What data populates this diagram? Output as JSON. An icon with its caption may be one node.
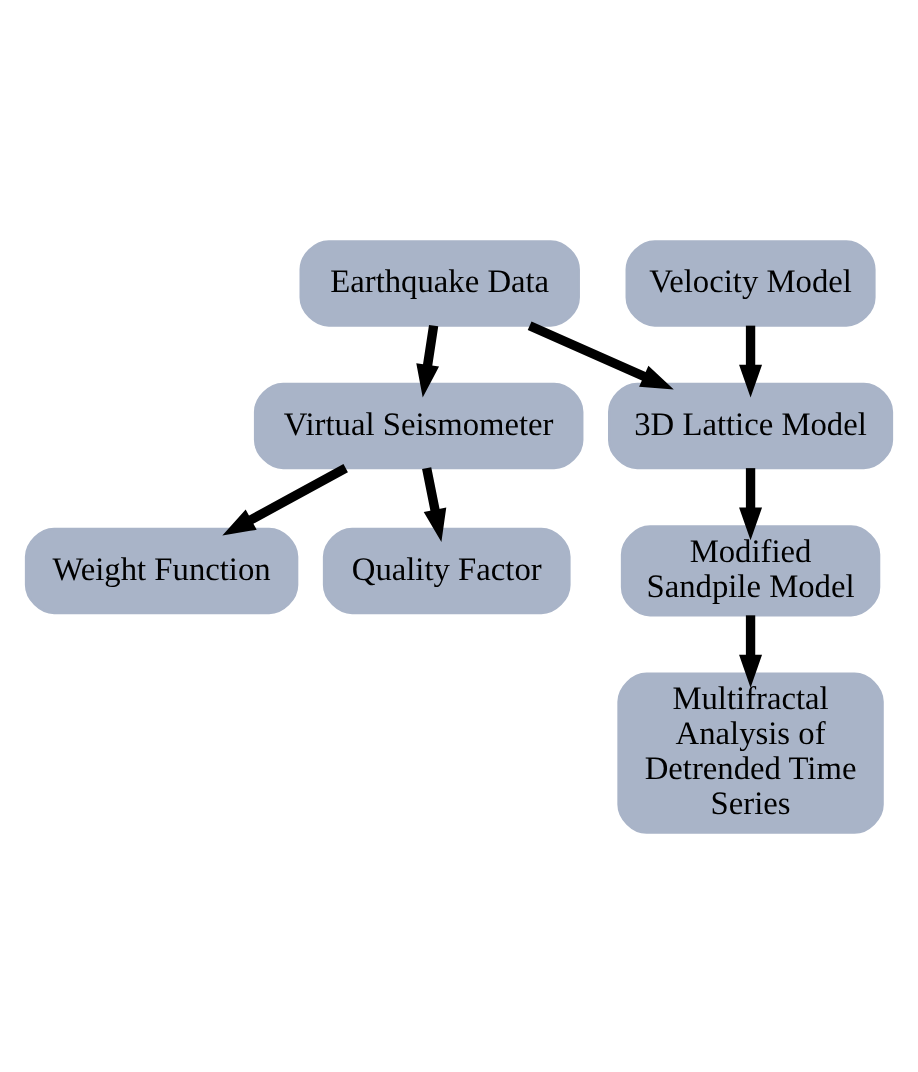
{
  "diagram": {
    "nodes": [
      {
        "text": [
          "Earthquake Data"
        ]
      },
      {
        "text": [
          "Virtual Seismometer"
        ]
      },
      {
        "text": [
          "Weight Function"
        ]
      },
      {
        "text": [
          "Quality Factor"
        ]
      },
      {
        "text": [
          "Velocity Model"
        ]
      },
      {
        "text": [
          "3D Lattice Model"
        ]
      },
      {
        "text": [
          "Modified Sandpile Model"
        ]
      },
      {
        "text": [
          "Multifractal Analysis of Detrended Time Series"
        ]
      }
    ],
    "edges": [
      {
        "from": 0,
        "to": 1,
        "arrow": "to"
      },
      {
        "from": 1,
        "to": 2,
        "arrow": "to"
      },
      {
        "from": 1,
        "to": 3,
        "arrow": "to"
      },
      {
        "from": 0,
        "to": 5,
        "arrow": "to"
      },
      {
        "from": 4,
        "to": 5,
        "arrow": "to"
      },
      {
        "from": 5,
        "to": 6,
        "arrow": "to"
      },
      {
        "from": 6,
        "to": 7,
        "arrow": "to"
      }
    ]
  }
}
